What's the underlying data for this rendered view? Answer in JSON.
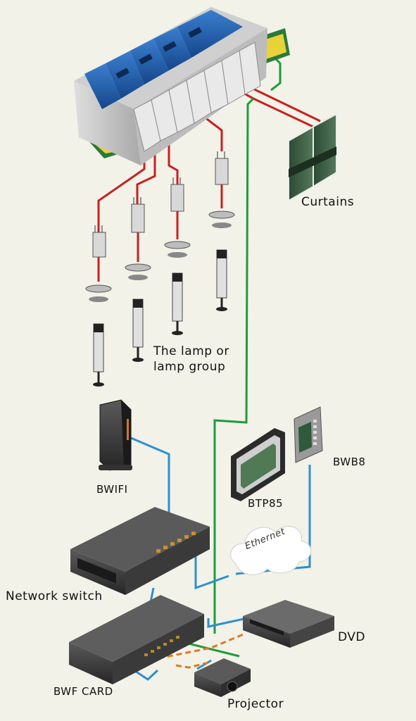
{
  "labels": {
    "curtains": "Curtains",
    "lamp_line1": "The lamp or",
    "lamp_line2": "lamp group",
    "bwifi": "BWIFI",
    "btp85": "BTP85",
    "bwb8": "BWB8",
    "ethernet": "Ethernet",
    "network_switch": "Network switch",
    "dvd": "DVD",
    "bwf_card": "BWF CARD",
    "projector": "Projector"
  },
  "colors": {
    "background": "#f2f2e8",
    "power_wire": "#c8201f",
    "bus_wire": "#1f9a3e",
    "ethernet_wire": "#2e8fd0",
    "av_wire": "#e07a1f",
    "module_blue": "#1e5fb0"
  }
}
